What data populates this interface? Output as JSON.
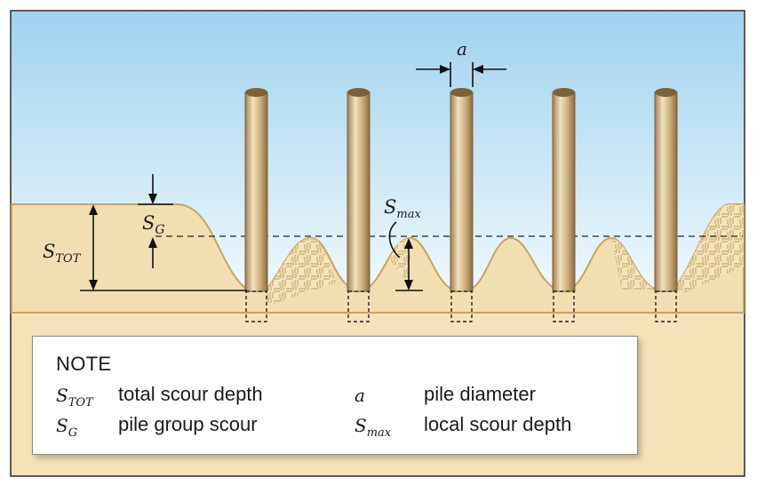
{
  "diagram": {
    "labels": {
      "a": "a",
      "s_max_main": "S",
      "s_max_sub": "max",
      "s_g_main": "S",
      "s_g_sub": "G",
      "s_tot_main": "S",
      "s_tot_sub": "TOT"
    }
  },
  "note": {
    "title": "NOTE",
    "items": [
      {
        "sym_main": "S",
        "sym_sub": "TOT",
        "desc": "total scour depth"
      },
      {
        "sym_main": "S",
        "sym_sub": "G",
        "desc": "pile group scour"
      },
      {
        "sym_main": "a",
        "sym_sub": "",
        "desc": "pile diameter"
      },
      {
        "sym_main": "S",
        "sym_sub": "max",
        "desc": "local scour depth"
      }
    ]
  },
  "colors": {
    "sky_top": "#9fd3ee",
    "sky_bottom": "#f2f9fd",
    "sand": "#f1dfb2",
    "sand_dark": "#e9d19b",
    "sediment_line": "#c6a562",
    "pile": "#d4b98a",
    "pile_shadow": "#8f7448",
    "frame": "#2a2a2a"
  }
}
